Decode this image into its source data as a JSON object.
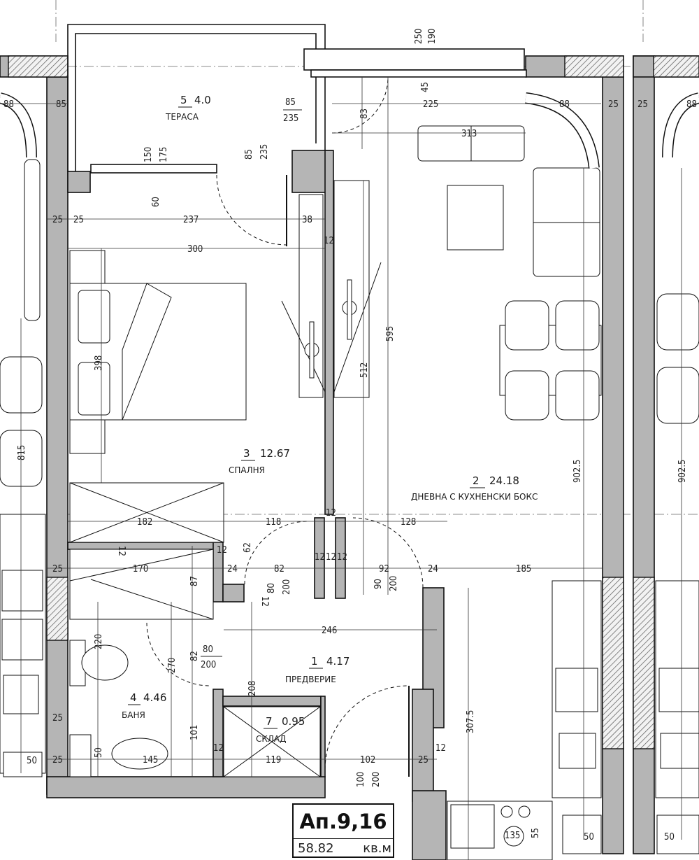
{
  "rooms": [
    {
      "id": "r1",
      "number": "1",
      "area": "4.17",
      "name": "ПРЕДВЕРИЕ"
    },
    {
      "id": "r2",
      "number": "2",
      "area": "24.18",
      "name": "ДНЕВНА С КУХНЕНСКИ БОКС"
    },
    {
      "id": "r3",
      "number": "3",
      "area": "12.67",
      "name": "СПАЛНЯ"
    },
    {
      "id": "r4",
      "number": "4",
      "area": "4.46",
      "name": "БАНЯ"
    },
    {
      "id": "r5",
      "number": "5",
      "area": "4.0",
      "name": "ТЕРАСА"
    },
    {
      "id": "r7",
      "number": "7",
      "area": "0.95",
      "name": "СКЛАД"
    }
  ],
  "title": {
    "apartment": "Ап.9,16",
    "total_area": "58.82",
    "unit": "кв.м"
  },
  "dimensions": {
    "d250": "250",
    "d190": "190",
    "d45": "45",
    "d225": "225",
    "d88": "88",
    "d25": "25",
    "d313": "313",
    "d85": "85",
    "d235": "235",
    "d150": "150",
    "d175": "175",
    "d60": "60",
    "d83": "83",
    "d237": "237",
    "d38": "38",
    "d300": "300",
    "d12": "12",
    "d398": "398",
    "d512": "512",
    "d595": "595",
    "d902_5": "902.5",
    "d182": "182",
    "d118": "118",
    "d128": "128",
    "d62": "62",
    "d170": "170",
    "d24": "24",
    "d82": "82",
    "d92": "92",
    "d185": "185",
    "d87": "87",
    "d80": "80",
    "d200": "200",
    "d90": "90",
    "d246": "246",
    "d220": "220",
    "d270": "270",
    "d208": "208",
    "d307_5": "307.5",
    "d101": "101",
    "d50": "50",
    "d145": "145",
    "d119": "119",
    "d102": "102",
    "d100": "100",
    "d135": "135",
    "d55": "55",
    "d815": "815",
    "d25a": "25"
  }
}
